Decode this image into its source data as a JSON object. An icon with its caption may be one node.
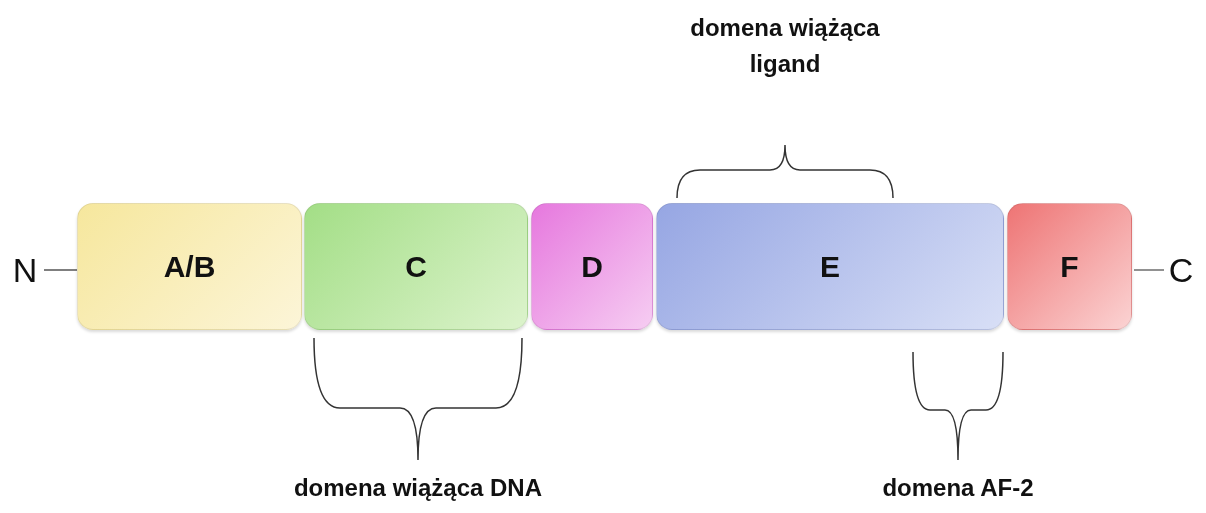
{
  "diagram": {
    "nodes": [
      {
        "text": [
          "N"
        ]
      },
      {
        "text": [
          "A/B"
        ]
      },
      {
        "text": [
          "C"
        ]
      },
      {
        "text": [
          "D"
        ]
      },
      {
        "text": [
          "E"
        ]
      },
      {
        "text": [
          "F"
        ]
      },
      {
        "text": [
          "C"
        ]
      }
    ],
    "edges": [
      {
        "from": 0,
        "to": 1,
        "arrow": "none"
      },
      {
        "from": 5,
        "to": 6,
        "arrow": "none"
      }
    ],
    "labels": [
      "domena wiążąca ligand",
      "domena wiążąca DNA",
      "domena AF-2"
    ]
  }
}
